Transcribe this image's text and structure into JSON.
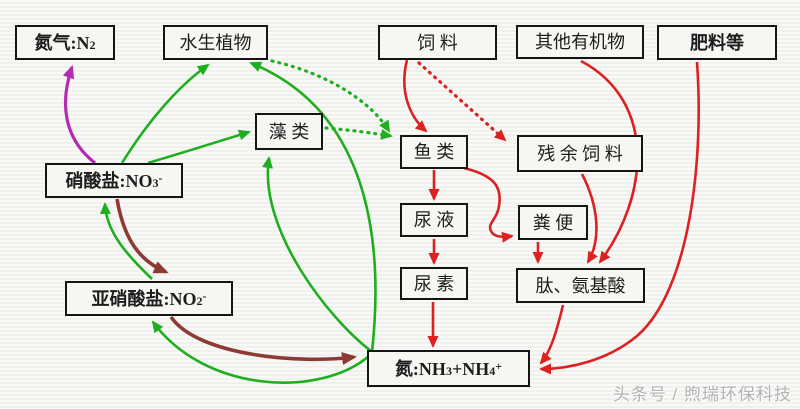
{
  "colors": {
    "green": "#1fae1f",
    "red": "#dd2020",
    "purple": "#b32ab3",
    "brown": "#8e3a34",
    "box_border": "#151515",
    "background": "#f4f4f1",
    "watermark": "#b3b3b3"
  },
  "watermark": "头条号 / 煦瑞环保科技",
  "boxes": {
    "n2": {
      "prefix": "氮气:N",
      "sub": "2"
    },
    "aquatic_plants": {
      "label": "水生植物"
    },
    "feed": {
      "label": "饲 料"
    },
    "other_organics": {
      "label": "其他有机物"
    },
    "fertilizer": {
      "label": "肥料等"
    },
    "algae": {
      "label": "藻 类"
    },
    "fish": {
      "label": "鱼 类"
    },
    "residual_feed": {
      "label": "残 余 饲 料"
    },
    "nitrate": {
      "prefix": "硝酸盐:NO",
      "sub": "3",
      "sup": "-"
    },
    "urine": {
      "label": "尿 液"
    },
    "feces": {
      "label": "粪 便"
    },
    "nitrite": {
      "prefix": "亚硝酸盐:NO",
      "sub": "2",
      "sup": "-"
    },
    "urea": {
      "label": "尿 素"
    },
    "peptides": {
      "label": "肽、氨基酸"
    },
    "ammonia": {
      "p1": "氮:NH",
      "s1": "3",
      "p2": "+NH",
      "s2": "4",
      "sup": "+"
    }
  },
  "edges": [
    {
      "from": "硝酸盐:NO3-",
      "to": "氮气:N2",
      "color": "purple",
      "style": "solid"
    },
    {
      "from": "亚硝酸盐:NO2-",
      "to": "硝酸盐:NO3-",
      "color": "green",
      "style": "solid"
    },
    {
      "from": "硝酸盐:NO3-",
      "to": "水生植物",
      "color": "green",
      "style": "solid"
    },
    {
      "from": "硝酸盐:NO3-",
      "to": "藻类",
      "color": "green",
      "style": "solid"
    },
    {
      "from": "氮:NH3+NH4+",
      "to": "藻类",
      "color": "green",
      "style": "solid"
    },
    {
      "from": "氮:NH3+NH4+",
      "to": "水生植物",
      "color": "green",
      "style": "solid"
    },
    {
      "from": "氮:NH3+NH4+",
      "to": "亚硝酸盐:NO2-",
      "color": "green",
      "style": "solid"
    },
    {
      "from": "水生植物",
      "to": "鱼类",
      "color": "green",
      "style": "dotted"
    },
    {
      "from": "藻类",
      "to": "鱼类",
      "color": "green",
      "style": "dotted"
    },
    {
      "from": "饲料",
      "to": "鱼类",
      "color": "red",
      "style": "solid"
    },
    {
      "from": "饲料",
      "to": "残余饲料",
      "color": "red",
      "style": "dotted"
    },
    {
      "from": "鱼类",
      "to": "尿液",
      "color": "red",
      "style": "solid"
    },
    {
      "from": "尿液",
      "to": "尿素",
      "color": "red",
      "style": "solid"
    },
    {
      "from": "尿素",
      "to": "氮:NH3+NH4+",
      "color": "red",
      "style": "solid"
    },
    {
      "from": "鱼类",
      "to": "粪便",
      "color": "red",
      "style": "solid"
    },
    {
      "from": "粪便",
      "to": "肽、氨基酸",
      "color": "red",
      "style": "solid"
    },
    {
      "from": "残余饲料",
      "to": "肽、氨基酸",
      "color": "red",
      "style": "solid"
    },
    {
      "from": "其他有机物",
      "to": "肽、氨基酸",
      "color": "red",
      "style": "solid"
    },
    {
      "from": "肥料等",
      "to": "氮:NH3+NH4+",
      "color": "red",
      "style": "solid"
    },
    {
      "from": "肽、氨基酸",
      "to": "氮:NH3+NH4+",
      "color": "red",
      "style": "solid"
    },
    {
      "from": "硝酸盐:NO3-",
      "to": "亚硝酸盐:NO2-",
      "color": "brown",
      "style": "solid"
    },
    {
      "from": "亚硝酸盐:NO2-",
      "to": "氮:NH3+NH4+",
      "color": "brown",
      "style": "solid"
    }
  ]
}
